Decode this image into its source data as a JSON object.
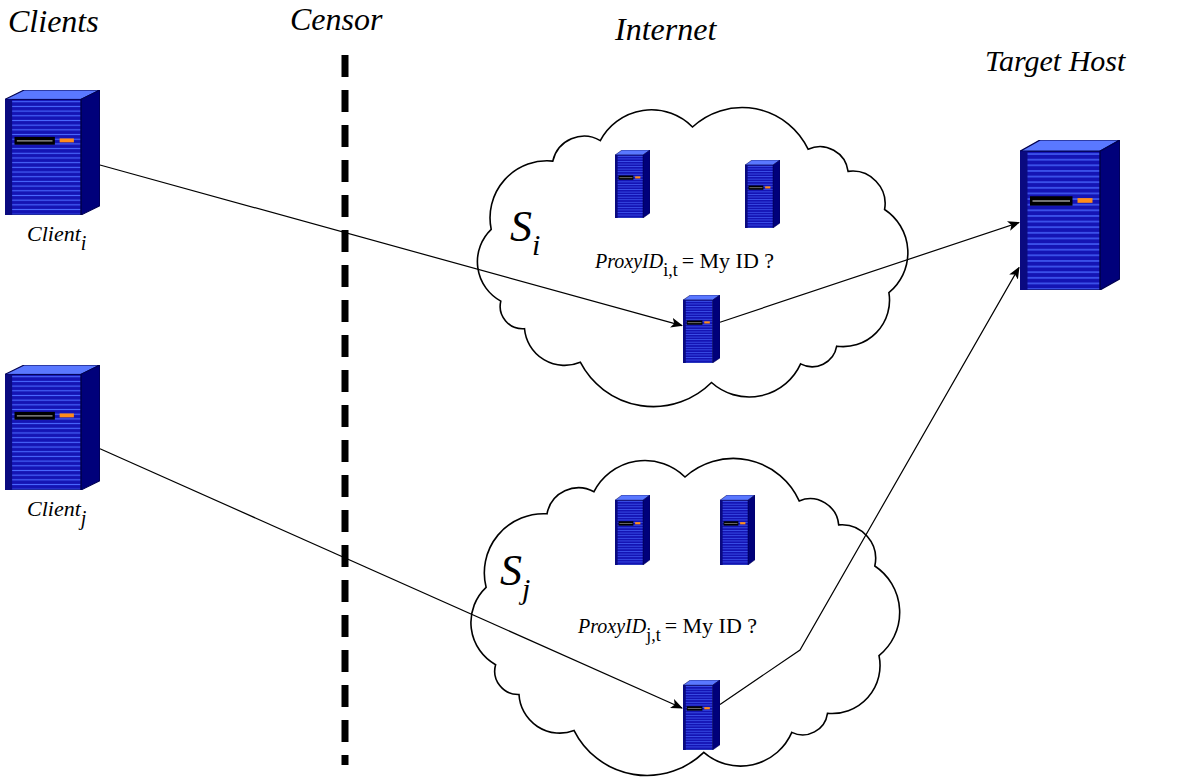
{
  "diagram": {
    "nodes": [
      {
        "text": [
          "Client",
          "i"
        ]
      },
      {
        "text": [
          "Client",
          "j"
        ]
      },
      {
        "text": [
          "S",
          "i"
        ]
      },
      {
        "text": [
          "ProxyID",
          "i,t",
          "= My ID ?"
        ],
        "in": 2
      },
      {
        "text": [
          "S",
          "j"
        ]
      },
      {
        "text": [
          "ProxyID",
          "j,t",
          "= My ID ?"
        ],
        "in": 4
      },
      {
        "text": [
          "Target Host"
        ]
      }
    ],
    "edges": [
      {
        "from": 0,
        "to": 3,
        "arrow": "to"
      },
      {
        "from": 1,
        "to": 5,
        "arrow": "to"
      },
      {
        "from": 3,
        "to": 6,
        "arrow": "to"
      },
      {
        "from": 5,
        "to": 6,
        "arrow": "to"
      }
    ],
    "labels": [
      "Clients",
      "Censor",
      "Internet"
    ]
  }
}
